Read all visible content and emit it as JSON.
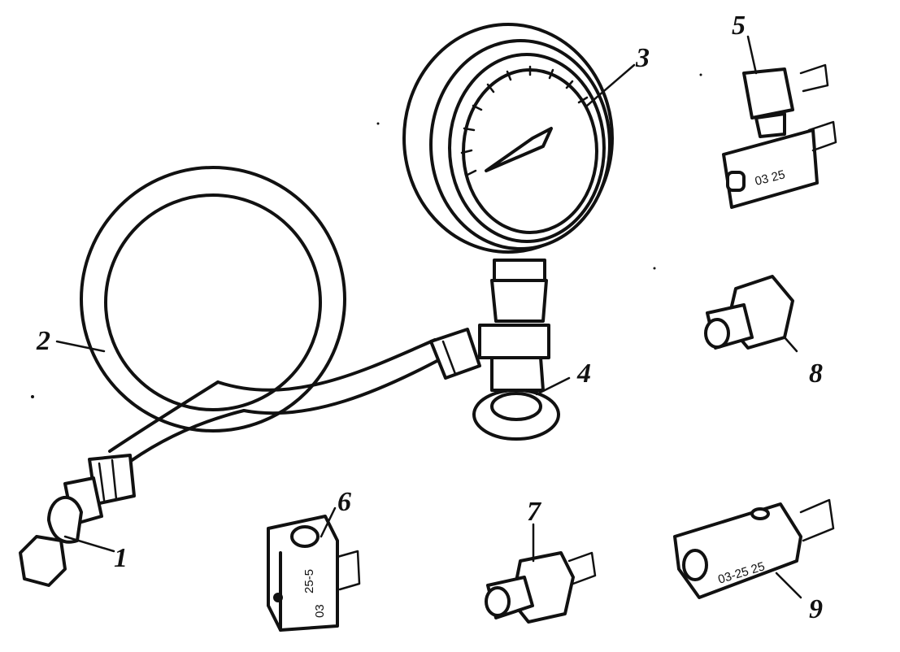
{
  "callouts": {
    "c1": "1",
    "c2": "2",
    "c3": "3",
    "c4": "4",
    "c5": "5",
    "c6": "6",
    "c7": "7",
    "c8": "8",
    "c9": "9"
  },
  "stamps": {
    "part5": "03 25",
    "part6a": "25-5",
    "part6b": "03",
    "part9": "03-25 25"
  },
  "colors": {
    "ink": "#111111",
    "paper": "#ffffff"
  }
}
